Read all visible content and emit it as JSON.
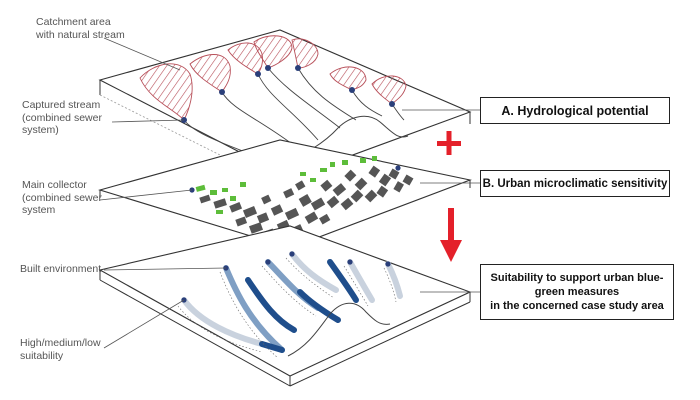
{
  "left_labels": [
    "Catchment area\nwith natural stream",
    "Captured stream\n(combined sewer\nsystem)",
    "Main collector\n(combined sewer\nsystem",
    "Built environment",
    "High/medium/low\nsuitability"
  ],
  "boxes": {
    "a": "A. Hydrological potential",
    "b": "B. Urban microclimatic sensitivity",
    "c": "Suitability to support urban blue-\ngreen measures\nin the concerned case study area"
  },
  "colors": {
    "outline": "#333333",
    "hatch": "#b8505a",
    "plus": "#e4202a",
    "arrow": "#e4202a",
    "building": "#555555",
    "green": "#5dbd3a",
    "high": "#1f4e8c",
    "medium": "#7f9fc4",
    "low": "#c9d2de"
  },
  "icons": [
    "plus-icon",
    "arrow-down-icon"
  ]
}
